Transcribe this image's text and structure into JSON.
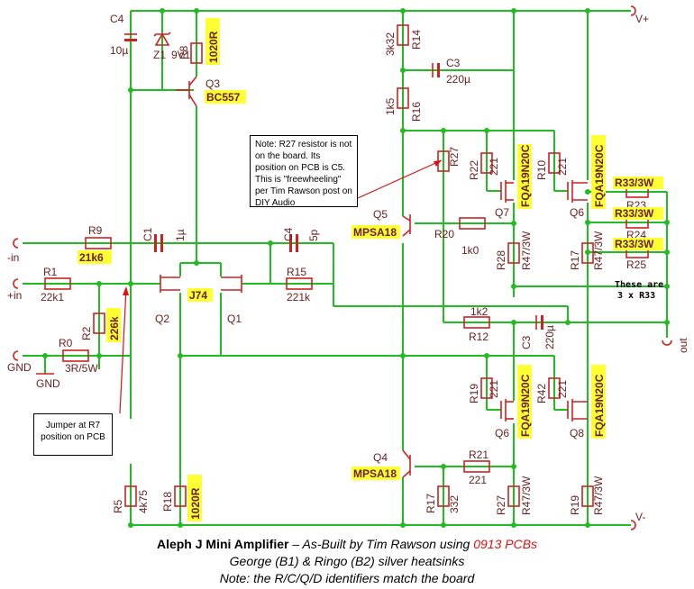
{
  "supplies": {
    "vplus": "V+",
    "vminus": "V-",
    "out": "out"
  },
  "terminals": {
    "neg_in": "-in",
    "pos_in": "+in",
    "gnd": "GND",
    "gnd_sym": "GND"
  },
  "components": {
    "C4a": {
      "name": "C4",
      "value": "10µ"
    },
    "Z1": {
      "name": "Z1",
      "value": "9V1"
    },
    "R8": {
      "name": "R8",
      "value": "1020R"
    },
    "Q3": {
      "name": "Q3",
      "value": "BC557"
    },
    "R9": {
      "name": "R9",
      "value": "21k6"
    },
    "C1": {
      "name": "C1",
      "value": "1µ"
    },
    "C4b": {
      "name": "C4",
      "value": "5p"
    },
    "R15": {
      "name": "R15",
      "value": "221k"
    },
    "R1": {
      "name": "R1",
      "value": "22k1"
    },
    "R2": {
      "name": "R2",
      "value": "226k"
    },
    "R0": {
      "name": "R0",
      "value": "3R/5W"
    },
    "J74": {
      "name": "J74",
      "q2": "Q2",
      "q1": "Q1"
    },
    "R14": {
      "name": "R14",
      "value": "3k32"
    },
    "C3a": {
      "name": "C3",
      "value": "220µ"
    },
    "R16": {
      "name": "R16",
      "value": "1k5"
    },
    "R27a": {
      "name": "R27",
      "value": ""
    },
    "R22": {
      "name": "R22",
      "value": "221"
    },
    "R10": {
      "name": "R10",
      "value": "221"
    },
    "Q7": {
      "name": "Q7",
      "value": "FQA19N20C"
    },
    "Q6a": {
      "name": "Q6",
      "value": "FQA19N20C"
    },
    "Q5": {
      "name": "Q5",
      "value": "MPSA18"
    },
    "R20": {
      "name": "R20",
      "value": "1k0"
    },
    "R28": {
      "name": "R28",
      "value": "R47/3W"
    },
    "R17a": {
      "name": "R17",
      "value": "R47/3W"
    },
    "R23": {
      "name": "R23",
      "value": "R33/3W"
    },
    "R24": {
      "name": "R24",
      "value": "R33/3W"
    },
    "R25": {
      "name": "R25",
      "value": "R33/3W"
    },
    "R12": {
      "name": "R12",
      "value": "1k2"
    },
    "C3b": {
      "name": "C3",
      "value": "220µ"
    },
    "R19a": {
      "name": "R19",
      "value": "221"
    },
    "R42": {
      "name": "R42",
      "value": "221"
    },
    "Q6b": {
      "name": "Q6",
      "value": "FQA19N20C"
    },
    "Q8": {
      "name": "Q8",
      "value": "FQA19N20C"
    },
    "Q4": {
      "name": "Q4",
      "value": "MPSA18"
    },
    "R21": {
      "name": "R21",
      "value": "221"
    },
    "R5": {
      "name": "R5",
      "value": "4k75"
    },
    "R18": {
      "name": "R18",
      "value": "1020R"
    },
    "R17b": {
      "name": "R17",
      "value": "332"
    },
    "R27b": {
      "name": "R27",
      "value": "R47/3W"
    },
    "R19b": {
      "name": "R19",
      "value": "R47/3W"
    }
  },
  "notes": {
    "r27": "Note: R27 resistor is not on the board.  Its position on PCB is C5.  This is \"freewheeling\" per Tim Rawson post on DIY Audio",
    "jumper": "Jumper at R7 position on PCB",
    "r33_line1": "These are",
    "r33_line2": "3 x R33"
  },
  "caption": {
    "title": "Aleph J Mini Amplifier",
    "subtitle": " – As-Built by Tim Rawson using ",
    "pcb": "0913 PCBs",
    "line2": "George (B1) & Ringo (B2) silver heatsinks",
    "line3": "Note: the R/C/Q/D identifiers match the board"
  }
}
